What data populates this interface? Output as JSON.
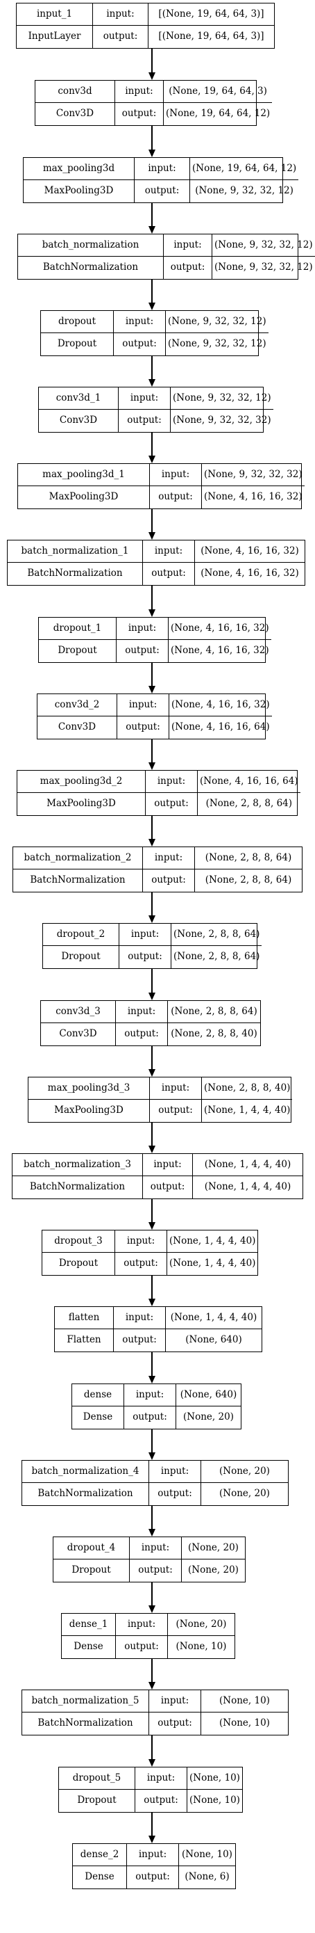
{
  "diagram": {
    "edge_color": "#000000",
    "io_labels": {
      "input": "input:",
      "output": "output:"
    },
    "layers": [
      {
        "name": "input_1",
        "type": "InputLayer",
        "input": "[(None, 19, 64, 64, 3)]",
        "output": "[(None, 19, 64, 64, 3)]"
      },
      {
        "name": "conv3d",
        "type": "Conv3D",
        "input": "(None, 19, 64, 64, 3)",
        "output": "(None, 19, 64, 64, 12)"
      },
      {
        "name": "max_pooling3d",
        "type": "MaxPooling3D",
        "input": "(None, 19, 64, 64, 12)",
        "output": "(None, 9, 32, 32, 12)"
      },
      {
        "name": "batch_normalization",
        "type": "BatchNormalization",
        "input": "(None, 9, 32, 32, 12)",
        "output": "(None, 9, 32, 32, 12)"
      },
      {
        "name": "dropout",
        "type": "Dropout",
        "input": "(None, 9, 32, 32, 12)",
        "output": "(None, 9, 32, 32, 12)"
      },
      {
        "name": "conv3d_1",
        "type": "Conv3D",
        "input": "(None, 9, 32, 32, 12)",
        "output": "(None, 9, 32, 32, 32)"
      },
      {
        "name": "max_pooling3d_1",
        "type": "MaxPooling3D",
        "input": "(None, 9, 32, 32, 32)",
        "output": "(None, 4, 16, 16, 32)"
      },
      {
        "name": "batch_normalization_1",
        "type": "BatchNormalization",
        "input": "(None, 4, 16, 16, 32)",
        "output": "(None, 4, 16, 16, 32)"
      },
      {
        "name": "dropout_1",
        "type": "Dropout",
        "input": "(None, 4, 16, 16, 32)",
        "output": "(None, 4, 16, 16, 32)"
      },
      {
        "name": "conv3d_2",
        "type": "Conv3D",
        "input": "(None, 4, 16, 16, 32)",
        "output": "(None, 4, 16, 16, 64)"
      },
      {
        "name": "max_pooling3d_2",
        "type": "MaxPooling3D",
        "input": "(None, 4, 16, 16, 64)",
        "output": "(None, 2, 8, 8, 64)"
      },
      {
        "name": "batch_normalization_2",
        "type": "BatchNormalization",
        "input": "(None, 2, 8, 8, 64)",
        "output": "(None, 2, 8, 8, 64)"
      },
      {
        "name": "dropout_2",
        "type": "Dropout",
        "input": "(None, 2, 8, 8, 64)",
        "output": "(None, 2, 8, 8, 64)"
      },
      {
        "name": "conv3d_3",
        "type": "Conv3D",
        "input": "(None, 2, 8, 8, 64)",
        "output": "(None, 2, 8, 8, 40)"
      },
      {
        "name": "max_pooling3d_3",
        "type": "MaxPooling3D",
        "input": "(None, 2, 8, 8, 40)",
        "output": "(None, 1, 4, 4, 40)"
      },
      {
        "name": "batch_normalization_3",
        "type": "BatchNormalization",
        "input": "(None, 1, 4, 4, 40)",
        "output": "(None, 1, 4, 4, 40)"
      },
      {
        "name": "dropout_3",
        "type": "Dropout",
        "input": "(None, 1, 4, 4, 40)",
        "output": "(None, 1, 4, 4, 40)"
      },
      {
        "name": "flatten",
        "type": "Flatten",
        "input": "(None, 1, 4, 4, 40)",
        "output": "(None, 640)"
      },
      {
        "name": "dense",
        "type": "Dense",
        "input": "(None, 640)",
        "output": "(None, 20)"
      },
      {
        "name": "batch_normalization_4",
        "type": "BatchNormalization",
        "input": "(None, 20)",
        "output": "(None, 20)"
      },
      {
        "name": "dropout_4",
        "type": "Dropout",
        "input": "(None, 20)",
        "output": "(None, 20)"
      },
      {
        "name": "dense_1",
        "type": "Dense",
        "input": "(None, 20)",
        "output": "(None, 10)"
      },
      {
        "name": "batch_normalization_5",
        "type": "BatchNormalization",
        "input": "(None, 10)",
        "output": "(None, 10)"
      },
      {
        "name": "dropout_5",
        "type": "Dropout",
        "input": "(None, 10)",
        "output": "(None, 10)"
      },
      {
        "name": "dense_2",
        "type": "Dense",
        "input": "(None, 10)",
        "output": "(None, 6)"
      }
    ]
  }
}
